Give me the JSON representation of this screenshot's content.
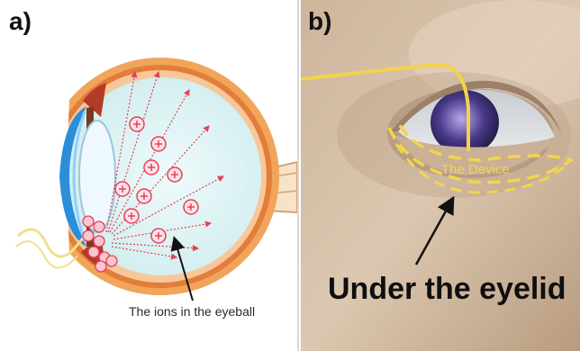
{
  "panel_a": {
    "label": "a)",
    "caption": "The ions in the eyeball",
    "colors": {
      "sclera": "#f0a55a",
      "vitreous": "#d8f1f2",
      "cornea": "#2a8ed8",
      "ion_marker": "#e4405a",
      "optic_nerve": "#f7e3c8"
    },
    "icons": [
      "eyeball-cross-section",
      "plus-ion-icon",
      "arrow-icon"
    ]
  },
  "panel_b": {
    "label": "b)",
    "device_label": "The Device",
    "caption": "Under the eyelid",
    "colors": {
      "skin": "#d6c0a8",
      "device_outline": "#f3d54a",
      "iris": "#4a3a8a"
    },
    "icons": [
      "face-render",
      "wire-icon",
      "arrow-icon"
    ]
  }
}
